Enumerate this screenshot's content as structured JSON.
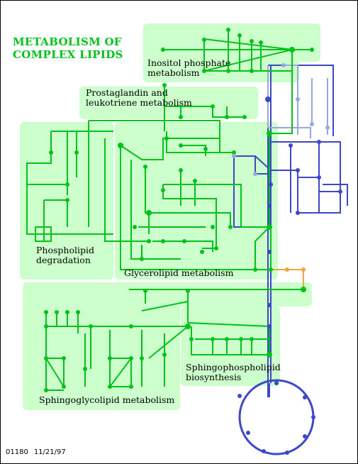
{
  "title": "METABOLISM OF\nCOMPLEX LIPIDS",
  "regions": [
    {
      "id": "inositol",
      "label": "Inositol phosphate\nmetabolism"
    },
    {
      "id": "prostaglandin",
      "label": "Prostaglandin and\nleukotriene metabolism"
    },
    {
      "id": "phospholipid",
      "label": "Phospholipid\ndegradation"
    },
    {
      "id": "glycerolipid",
      "label": "Glycerolipid metabolism"
    },
    {
      "id": "sphingophospholipid",
      "label": "Sphingophospholipid\nbiosynthesis"
    },
    {
      "id": "sphingoglycolipid",
      "label": "Sphingoglycolipid metabolism"
    }
  ],
  "footer": {
    "map_id": "01180",
    "date": "11/21/97"
  },
  "colors": {
    "region_fill": "#ccffcc",
    "pathway_green": "#00c21a",
    "pathway_blue": "#3c48c8",
    "pathway_lightblue": "#9aa6e0",
    "pathway_orange": "#f0a640"
  }
}
